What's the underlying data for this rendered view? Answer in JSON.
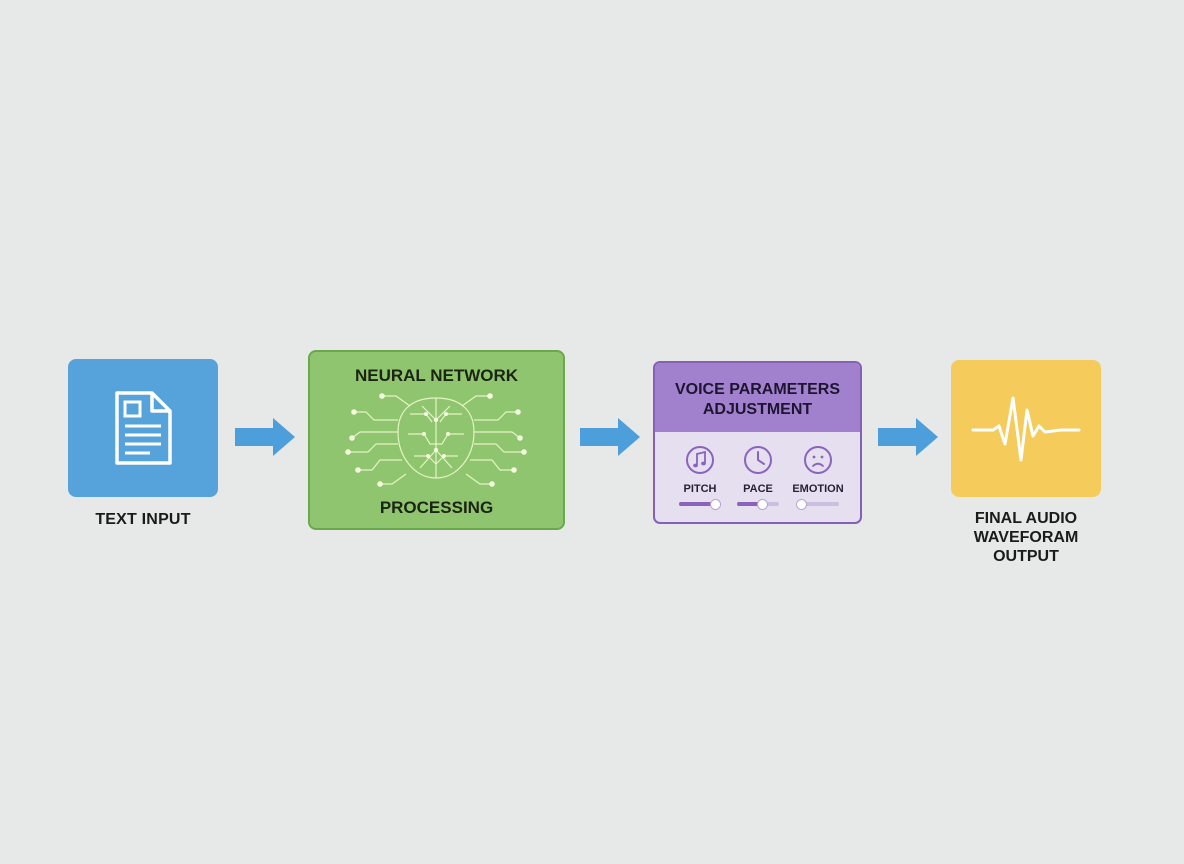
{
  "colors": {
    "background": "#e7e8e8",
    "text_input": "#55a3da",
    "neural_network": "#90c56f",
    "voice_parameters": "#a181cd",
    "audio_output": "#f5cb5c",
    "arrow": "#4d9fdc"
  },
  "stages": {
    "text_input": {
      "icon": "document-icon",
      "label": "TEXT INPUT"
    },
    "neural_network": {
      "icon": "circuit-brain-icon",
      "title": "NEURAL NETWORK",
      "subtitle": "PROCESSING"
    },
    "voice_parameters": {
      "title_line_1": "VOICE PARAMETERS",
      "title_line_2": "ADJUSTMENT",
      "params": [
        {
          "icon": "music-note-icon",
          "label": "PITCH",
          "level": 0.85
        },
        {
          "icon": "clock-icon",
          "label": "PACE",
          "level": 0.6
        },
        {
          "icon": "sad-face-icon",
          "label": "EMOTION",
          "level": 0.1
        }
      ]
    },
    "audio_output": {
      "icon": "waveform-icon",
      "label_line_1": "FINAL AUDIO",
      "label_line_2": "WAVEFORAM",
      "label_line_3": "OUTPUT"
    }
  },
  "arrows": [
    "arrow-right-icon",
    "arrow-right-icon",
    "arrow-right-icon"
  ]
}
